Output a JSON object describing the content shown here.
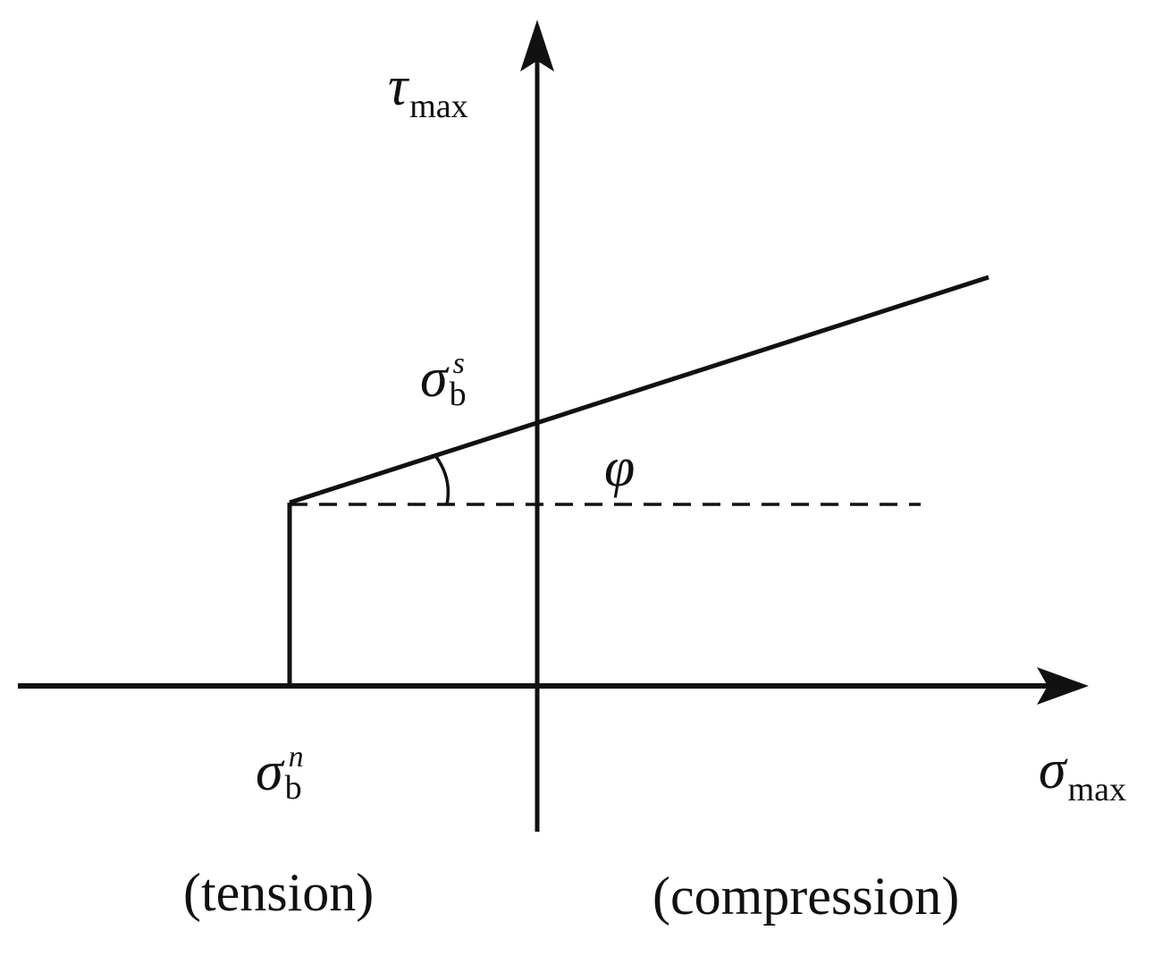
{
  "diagram": {
    "axes": {
      "y_label_symbol": "τ",
      "y_label_sub": "max",
      "x_label_symbol": "σ",
      "x_label_sub": "max"
    },
    "envelope": {
      "intercept_symbol": "σ",
      "intercept_sub": "b",
      "intercept_sup": "s",
      "angle_symbol": "φ",
      "tension_cutoff_symbol": "σ",
      "tension_cutoff_sub": "b",
      "tension_cutoff_sup": "n"
    },
    "regions": {
      "left": "(tension)",
      "right": "(compression)"
    },
    "colors": {
      "line": "#111111",
      "background": "#ffffff"
    }
  }
}
